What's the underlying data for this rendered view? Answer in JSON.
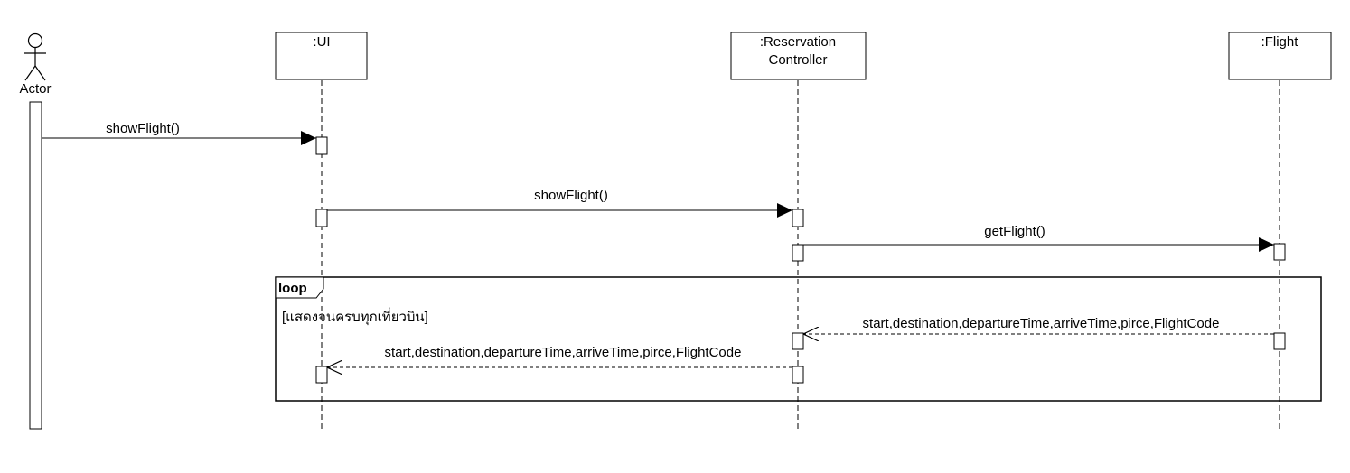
{
  "diagram": {
    "actor": {
      "label": "Actor"
    },
    "participants": [
      {
        "id": "ui",
        "lines": [
          ":UI"
        ]
      },
      {
        "id": "controller",
        "lines": [
          ":Reservation",
          "Controller"
        ]
      },
      {
        "id": "flight",
        "lines": [
          ":Flight"
        ]
      }
    ],
    "messages": [
      {
        "id": "msg1",
        "label": "showFlight()",
        "kind": "sync",
        "from": "actor",
        "to": "ui"
      },
      {
        "id": "msg2",
        "label": "showFlight()",
        "kind": "sync",
        "from": "ui",
        "to": "controller"
      },
      {
        "id": "msg3",
        "label": "getFlight()",
        "kind": "sync",
        "from": "controller",
        "to": "flight"
      },
      {
        "id": "msg4",
        "label": "start,destination,departureTime,arriveTime,pirce,FlightCode",
        "kind": "return",
        "from": "flight",
        "to": "controller"
      },
      {
        "id": "msg5",
        "label": "start,destination,departureTime,arriveTime,pirce,FlightCode",
        "kind": "return",
        "from": "controller",
        "to": "ui"
      }
    ],
    "fragment": {
      "operator": "loop",
      "guard": "[แสดงจนครบทุกเที่ยวบิน]"
    }
  }
}
